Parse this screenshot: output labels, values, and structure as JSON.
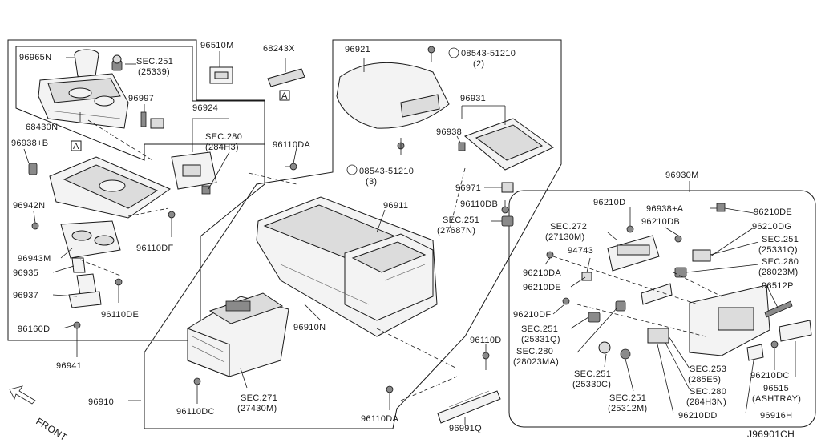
{
  "diagram_id": "J96901CH",
  "front_label": "FRONT",
  "box_marker": "A",
  "labels": {
    "p96965N": "96965N",
    "sec251_25339": "SEC.251",
    "sec251_25339_sub": "(25339)",
    "p96997": "96997",
    "p68430N": "68430N",
    "p96938B": "96938+B",
    "p96942N": "96942N",
    "p96943M": "96943M",
    "p96935": "96935",
    "p96937": "96937",
    "p96160D": "96160D",
    "p96941": "96941",
    "p96510M": "96510M",
    "p68243X": "68243X",
    "p96924": "96924",
    "sec280_284H3": "SEC.280",
    "sec280_284H3_sub": "(284H3)",
    "p96110DF": "96110DF",
    "p96110DE": "96110DE",
    "p96110DA_top": "96110DA",
    "p96921": "96921",
    "screw_top": "08543-51210",
    "screw_top_qty": "(2)",
    "screw_mid": "08543-51210",
    "screw_mid_qty": "(3)",
    "p96931": "96931",
    "p96938": "96938",
    "p96971": "96971",
    "p96110DB": "96110DB",
    "sec251_27687N": "SEC.251",
    "sec251_27687N_sub": "(27687N)",
    "p96911": "96911",
    "p96910N": "96910N",
    "p96910": "96910",
    "p96110DC": "96110DC",
    "sec271": "SEC.271",
    "sec271_sub": "(27430M)",
    "p96110D": "96110D",
    "p96110DA_bot": "96110DA",
    "p96991Q": "96991Q",
    "p96930M": "96930M",
    "p96210D": "96210D",
    "p96938A": "96938+A",
    "p96210DE_r": "96210DE",
    "sec272": "SEC.272",
    "sec272_sub": "(27130M)",
    "p96210DB": "96210DB",
    "p96210DG": "96210DG",
    "sec251_25331Q_r": "SEC.251",
    "sec251_25331Q_r_sub": "(25331Q)",
    "p94743": "94743",
    "p96210DA": "96210DA",
    "p96210DE_l": "96210DE",
    "sec280_28023M": "SEC.280",
    "sec280_28023M_sub": "(28023M)",
    "p96512P": "96512P",
    "p96210DF": "96210DF",
    "sec251_25331Q_l": "SEC.251",
    "sec251_25331Q_l_sub": "(25331Q)",
    "sec280_28023MA": "SEC.280",
    "sec280_28023MA_sub": "(28023MA)",
    "sec251_25330C": "SEC.251",
    "sec251_25330C_sub": "(25330C)",
    "sec251_25312M": "SEC.251",
    "sec251_25312M_sub": "(25312M)",
    "sec253": "SEC.253",
    "sec253_sub": "(285E5)",
    "sec280_284H3N": "SEC.280",
    "sec280_284H3N_sub": "(284H3N)",
    "p96210DD": "96210DD",
    "p96210DC": "96210DC",
    "p96515": "96515",
    "p96515_sub": "(ASHTRAY)",
    "p96916H": "96916H"
  }
}
